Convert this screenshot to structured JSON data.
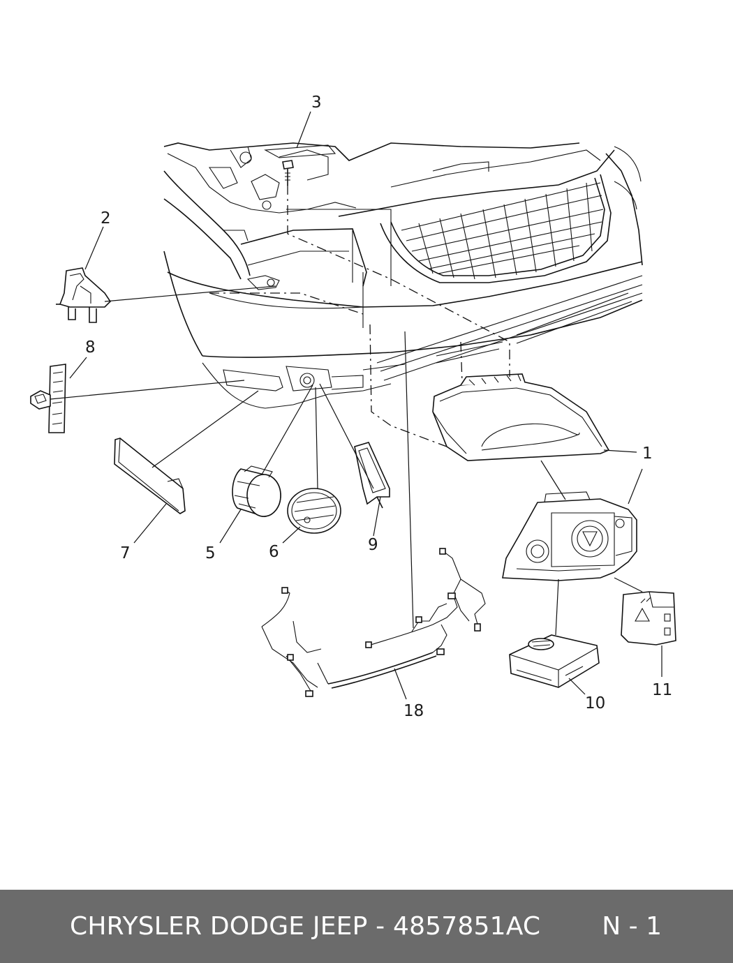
{
  "callouts": {
    "c1": "1",
    "c2": "2",
    "c3": "3",
    "c5": "5",
    "c6": "6",
    "c7": "7",
    "c8": "8",
    "c9": "9",
    "c10": "10",
    "c11": "11",
    "c18": "18"
  },
  "footer": {
    "text": "CHRYSLER DODGE JEEP - 4857851AC",
    "page": "N - 1",
    "background": "#6b6b6b",
    "text_color": "#ffffff"
  }
}
